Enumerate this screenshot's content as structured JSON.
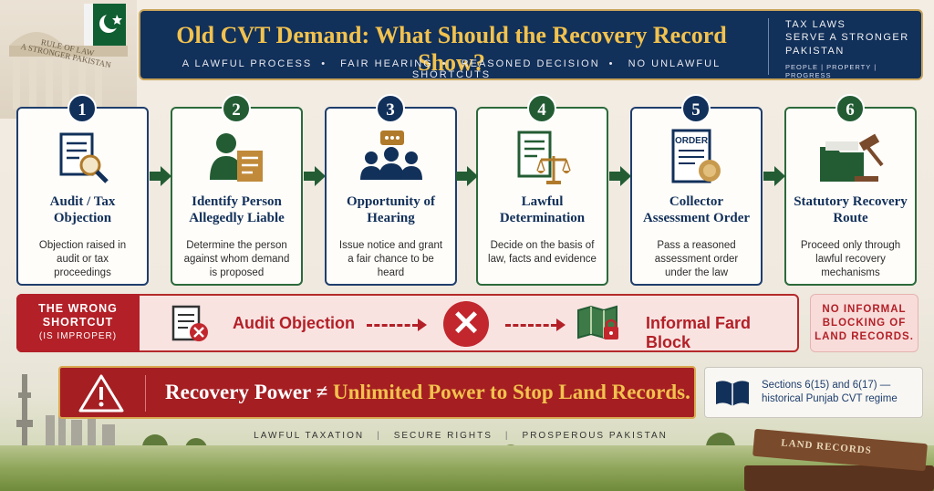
{
  "header": {
    "title": "Old CVT Demand: What Should the Recovery Record Show?",
    "subtitle_items": [
      "A LAWFUL PROCESS",
      "FAIR HEARING",
      "REASONED DECISION",
      "NO UNLAWFUL SHORTCUTS"
    ],
    "side_tag": "TAX LAWS\nSERVE A STRONGER\nPAKISTAN",
    "side_mini": "PEOPLE  |  PROPERTY  |  PROGRESS"
  },
  "background": {
    "building_text": "RULE OF LAW\nA STRONGER PAKISTAN"
  },
  "steps": [
    {
      "num": "1",
      "title": "Audit / Tax Objection",
      "desc": "Objection raised in audit or tax proceedings",
      "icon": "document-magnifier-icon",
      "color": "blue"
    },
    {
      "num": "2",
      "title": "Identify Person Allegedly Liable",
      "desc": "Determine the person against whom demand is proposed",
      "icon": "person-document-icon",
      "color": "green"
    },
    {
      "num": "3",
      "title": "Opportunity of Hearing",
      "desc": "Issue notice and grant a fair chance to be heard",
      "icon": "people-speech-icon",
      "color": "blue"
    },
    {
      "num": "4",
      "title": "Lawful Determination",
      "desc": "Decide on the basis of law, facts and evidence",
      "icon": "scales-document-icon",
      "color": "green"
    },
    {
      "num": "5",
      "title": "Collector Assessment Order",
      "desc": "Pass a reasoned assessment order under the law",
      "icon": "order-seal-icon",
      "color": "blue"
    },
    {
      "num": "6",
      "title": "Statutory Recovery Route",
      "desc": "Proceed only through lawful recovery mechanisms",
      "icon": "folder-gavel-icon",
      "color": "green"
    }
  ],
  "wrong": {
    "label_line1": "THE WRONG",
    "label_line2": "SHORTCUT",
    "label_line3": "(IS IMPROPER)",
    "left_text": "Audit Objection",
    "right_text": "Informal Fard Block"
  },
  "no_informal": "NO INFORMAL BLOCKING OF LAND RECORDS.",
  "banner": {
    "part1": "Recovery Power ≠ ",
    "part2": "Unlimited Power to Stop Land Records."
  },
  "sections_note": "Sections 6(15) and 6(17) — historical Punjab CVT regime",
  "footer": [
    "LAWFUL TAXATION",
    "SECURE RIGHTS",
    "PROSPEROUS PAKISTAN"
  ],
  "books_label": "LAND RECORDS",
  "colors": {
    "navy": "#11305a",
    "gold": "#f2c24e",
    "green": "#235c33",
    "red": "#b32027"
  }
}
